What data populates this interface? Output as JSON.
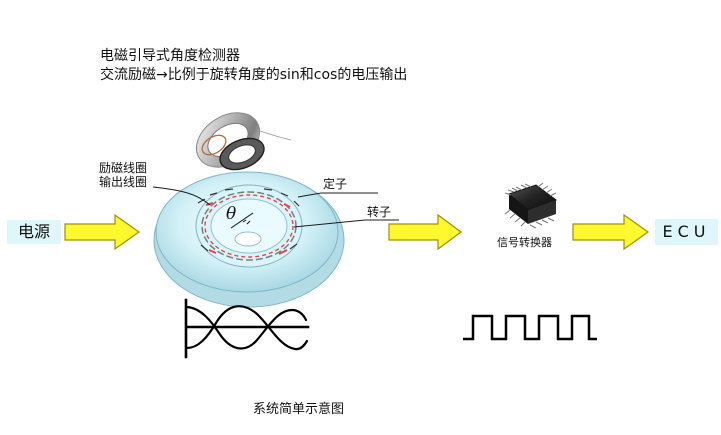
{
  "texts": {
    "heading_line_1": "电磁引导式角度检测器",
    "heading_line_2": "交流励磁→比例于旋转角度的sin和cos的电压输出",
    "label_excitation": "励磁线圈",
    "label_output": "输出线圈",
    "label_stator": "定子",
    "label_rotor": "转子",
    "label_signal_converter": "信号转换器",
    "label_power": "电源",
    "label_ecu": "ECU",
    "caption": "系统简单示意图",
    "angle_symbol": "θ"
  },
  "colors": {
    "label_box": "#dff7fb",
    "arrow_fill": "#fff82f",
    "arrow_outline": "#9c9300",
    "disk_fill": "#bfeaf3",
    "chip_fill": "#232323",
    "coil_red": "#e64545"
  },
  "icons": {
    "sensor_ring": "bearing-ring-icon",
    "resolver_disk": "resolver-disk-icon",
    "signal_chip": "integrated-circuit-chip-icon",
    "flow_arrow": "block-arrow-icon",
    "sine_cosine_waves": "sine-cosine-waveform-icon",
    "square_wave": "square-wave-icon"
  }
}
